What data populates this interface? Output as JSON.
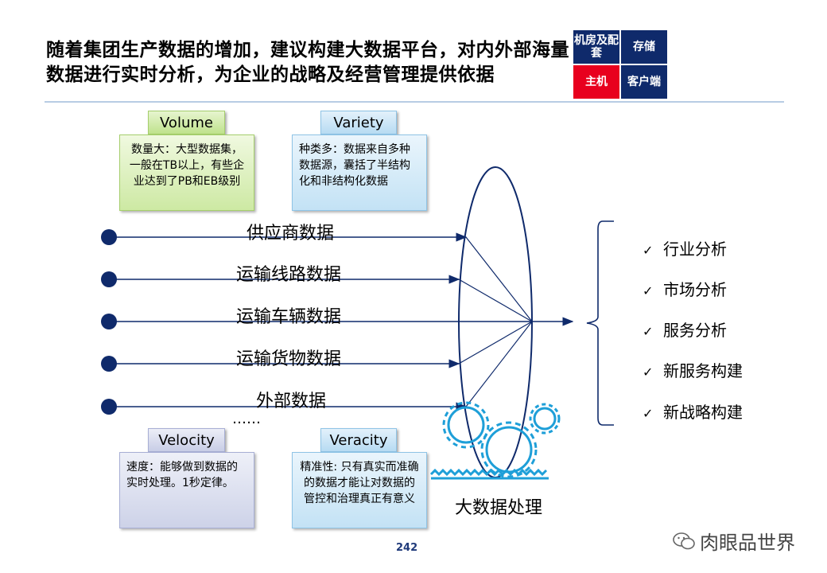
{
  "title": "随着集团生产数据的增加，建议构建大数据平台，对内外部海量数据进行实时分析，为企业的战略及经营管理提供依据",
  "categories": {
    "idc": "机房及配套",
    "storage": "存储",
    "host": "主机",
    "client": "客户端"
  },
  "v_tags": {
    "volume": {
      "label": "Volume",
      "desc": "数量大：大型数据集，一般在TB以上，有些企业达到了PB和EB级别"
    },
    "variety": {
      "label": "Variety",
      "desc": "种类多：数据来自多种数据源，囊括了半结构化和非结构化数据"
    },
    "velocity": {
      "label": "Velocity",
      "desc": "速度：能够做到数据的实时处理。1秒定律。"
    },
    "veracity": {
      "label": "Veracity",
      "desc": "精准性: 只有真实而准确的数据才能让对数据的管控和治理真正有意义"
    }
  },
  "sources": [
    "供应商数据",
    "运输线路数据",
    "运输车辆数据",
    "运输货物数据",
    "外部数据"
  ],
  "ellipsis": "……",
  "outputs": [
    "行业分析",
    "市场分析",
    "服务分析",
    "新服务构建",
    "新战略构建"
  ],
  "processing_label": "大数据处理",
  "page_number": "242",
  "watermark": "肉眼品世界",
  "colors": {
    "navy": "#0f2a6b",
    "red": "#e8001e",
    "gear": "#1e9fd8"
  }
}
